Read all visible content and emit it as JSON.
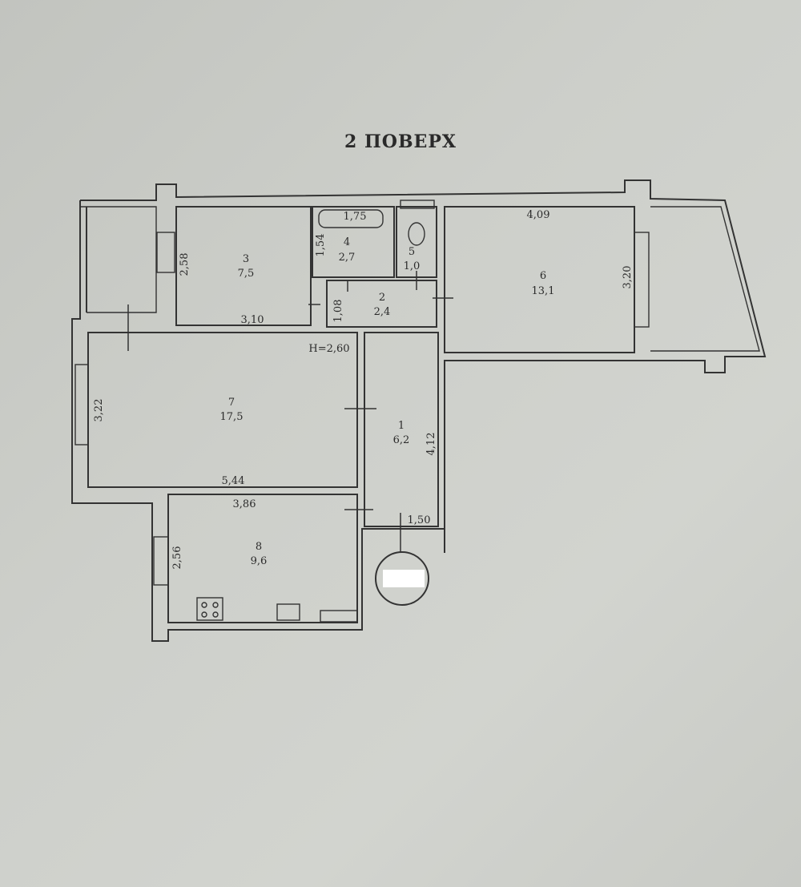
{
  "title": "2 ПОВЕРХ",
  "height_note": "H=2,60",
  "rooms": [
    {
      "number": "1",
      "area": "6,2"
    },
    {
      "number": "2",
      "area": "2,4"
    },
    {
      "number": "3",
      "area": "7,5"
    },
    {
      "number": "4",
      "area": "2,7"
    },
    {
      "number": "5",
      "area": "1,0"
    },
    {
      "number": "6",
      "area": "13,1"
    },
    {
      "number": "7",
      "area": "17,5"
    },
    {
      "number": "8",
      "area": "9,6"
    }
  ],
  "dimensions": {
    "d_175": "1,75",
    "d_154": "1,54",
    "d_409": "4,09",
    "d_258": "2,58",
    "d_310": "3,10",
    "d_108": "1,08",
    "d_320": "3,20",
    "d_322": "3,22",
    "d_544": "5,44",
    "d_412": "4,12",
    "d_386": "3,86",
    "d_150": "1,50",
    "d_256": "2,56"
  },
  "colors": {
    "paper": "#cdcfca",
    "line": "#333333"
  }
}
